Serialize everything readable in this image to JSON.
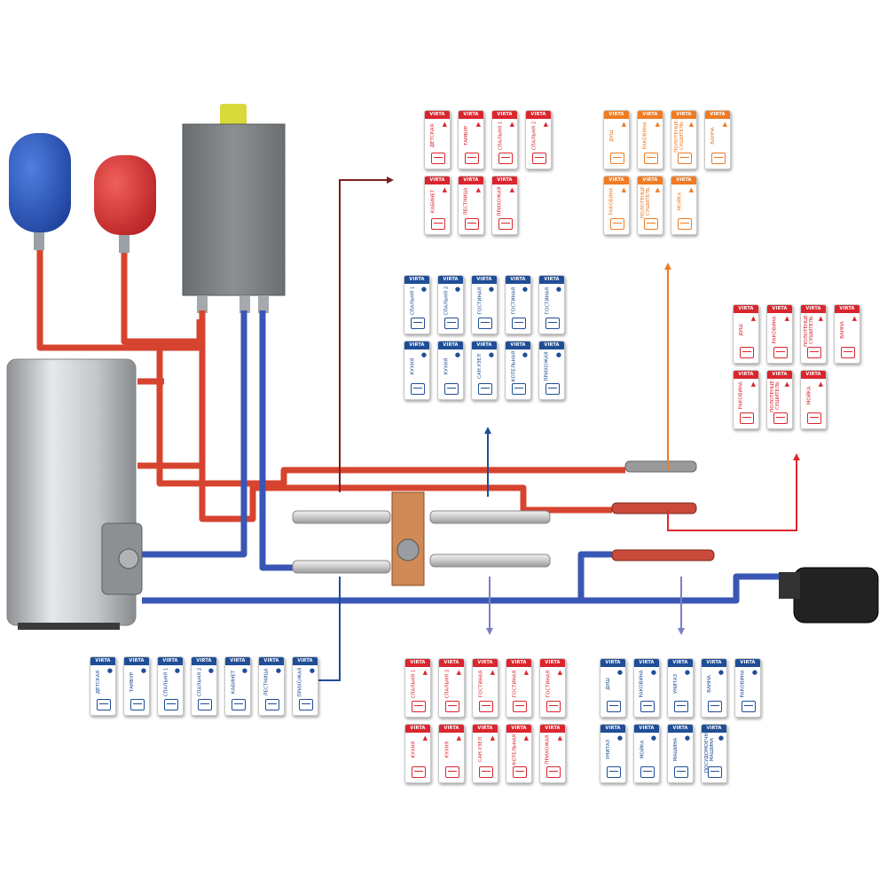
{
  "brand": "VIRTA",
  "colors": {
    "hot_pipe": "#d6442f",
    "cold_pipe": "#3a56b5",
    "arrow_dark_red": "#7a1e1e",
    "arrow_red": "#e1262b",
    "arrow_orange": "#ef7b22",
    "arrow_blue": "#1f4e97",
    "arrow_lavender": "#7a7fc4",
    "tank": "#b9bcbf",
    "boiler": "#7b7f83"
  },
  "groups": [
    {
      "id": "floor-heating-floor2",
      "color": "red",
      "cols": 4,
      "tags": [
        {
          "label": "ДЕТСКАЯ",
          "icon": "toys-icon"
        },
        {
          "label": "ТАМБУР",
          "icon": "table-icon"
        },
        {
          "label": "СПАЛЬНЯ 1",
          "icon": "bed-icon"
        },
        {
          "label": "СПАЛЬНЯ 2",
          "icon": "bed-icon"
        },
        {
          "label": "КАБИНЕТ",
          "icon": "desk-icon"
        },
        {
          "label": "ЛЕСТНИЦА",
          "icon": "stairs-icon"
        },
        {
          "label": "ПРИХОЖАЯ",
          "icon": "hallway-icon"
        }
      ]
    },
    {
      "id": "hot-water-floor2",
      "color": "orange",
      "cols": 4,
      "tags": [
        {
          "label": "ДУШ",
          "icon": "shower-icon"
        },
        {
          "label": "РАКОВИНА",
          "icon": "sink-icon"
        },
        {
          "label": "ПОЛОТЕНЦЕ-\nСУШИТЕЛЬ",
          "icon": "towel-dryer-icon"
        },
        {
          "label": "ВАННА",
          "icon": "bathtub-icon"
        },
        {
          "label": "РАКОВИНА",
          "icon": "sink-icon"
        },
        {
          "label": "ПОЛОТЕНЦЕ-\nСУШИТЕЛЬ",
          "icon": "towel-dryer-icon"
        },
        {
          "label": "МОЙКА",
          "icon": "kitchen-sink-icon"
        }
      ]
    },
    {
      "id": "radiators-floor2",
      "color": "blue",
      "cols": 5,
      "tags": [
        {
          "label": "СПАЛЬНЯ 1",
          "icon": "bed-icon"
        },
        {
          "label": "СПАЛЬНЯ 2",
          "icon": "bed-icon"
        },
        {
          "label": "ГОСТИНАЯ",
          "icon": "sofa-icon"
        },
        {
          "label": "ГОСТИНАЯ",
          "icon": "sofa-icon"
        },
        {
          "label": "ГОСТИНАЯ",
          "icon": "sofa-icon"
        },
        {
          "label": "КУХНЯ",
          "icon": "kitchen-icon"
        },
        {
          "label": "КУХНЯ",
          "icon": "kitchen-icon"
        },
        {
          "label": "САН.УЗЕЛ",
          "icon": "toilet-icon"
        },
        {
          "label": "КОТЕЛЬНАЯ",
          "icon": "boiler-icon"
        },
        {
          "label": "ПРИХОЖАЯ",
          "icon": "hallway-icon"
        }
      ]
    },
    {
      "id": "hot-water-floor1",
      "color": "red",
      "cols": 4,
      "tags": [
        {
          "label": "ДУШ",
          "icon": "shower-icon"
        },
        {
          "label": "РАКОВИНА",
          "icon": "sink-icon"
        },
        {
          "label": "ПОЛОТЕНЦЕ-\nСУШИТЕЛЬ",
          "icon": "towel-dryer-icon"
        },
        {
          "label": "ВАННА",
          "icon": "bathtub-icon"
        },
        {
          "label": "РАКОВИНА",
          "icon": "sink-icon"
        },
        {
          "label": "ПОЛОТЕНЦЕ-\nСУШИТЕЛЬ",
          "icon": "towel-dryer-icon"
        },
        {
          "label": "МОЙКА",
          "icon": "kitchen-sink-icon"
        }
      ]
    },
    {
      "id": "radiators-return",
      "color": "blue",
      "cols": 7,
      "tags": [
        {
          "label": "ДЕТСКАЯ",
          "icon": "toys-icon"
        },
        {
          "label": "ТАМБУР",
          "icon": "table-icon"
        },
        {
          "label": "СПАЛЬНЯ 1",
          "icon": "bed-icon"
        },
        {
          "label": "СПАЛЬНЯ 2",
          "icon": "bed-icon"
        },
        {
          "label": "КАБИНЕТ",
          "icon": "desk-icon"
        },
        {
          "label": "ЛЕСТНИЦА",
          "icon": "stairs-icon"
        },
        {
          "label": "ПРИХОЖАЯ",
          "icon": "hallway-icon"
        }
      ]
    },
    {
      "id": "floor-heating-floor1",
      "color": "red",
      "cols": 5,
      "tags": [
        {
          "label": "СПАЛЬНЯ 1",
          "icon": "bed-icon"
        },
        {
          "label": "СПАЛЬНЯ 2",
          "icon": "bed-icon"
        },
        {
          "label": "ГОСТИНАЯ",
          "icon": "sofa-icon"
        },
        {
          "label": "ГОСТИНАЯ",
          "icon": "sofa-icon"
        },
        {
          "label": "ГОСТИНАЯ",
          "icon": "sofa-icon"
        },
        {
          "label": "КУХНЯ",
          "icon": "kitchen-icon"
        },
        {
          "label": "КУХНЯ",
          "icon": "kitchen-icon"
        },
        {
          "label": "САН.УЗЕЛ",
          "icon": "toilet-icon"
        },
        {
          "label": "КОТЕЛЬНАЯ",
          "icon": "boiler-icon"
        },
        {
          "label": "ПРИХОЖАЯ",
          "icon": "hallway-icon"
        }
      ]
    },
    {
      "id": "cold-water",
      "color": "blue",
      "cols": 5,
      "tags": [
        {
          "label": "ДУШ",
          "icon": "shower-icon"
        },
        {
          "label": "РАКОВИНА",
          "icon": "sink-icon"
        },
        {
          "label": "УНИТАЗ",
          "icon": "toilet-icon"
        },
        {
          "label": "ВАННА",
          "icon": "bathtub-icon"
        },
        {
          "label": "РАКОВИНА",
          "icon": "sink-icon"
        },
        {
          "label": "УНИТАЗ",
          "icon": "toilet-icon"
        },
        {
          "label": "МОЙКА",
          "icon": "kitchen-sink-icon"
        },
        {
          "label": "МАШИНА",
          "icon": "washing-machine-icon"
        },
        {
          "label": "ПОСУДОМОЕЧНАЯ\nМАШИНА",
          "icon": "dishwasher-icon"
        }
      ]
    }
  ]
}
